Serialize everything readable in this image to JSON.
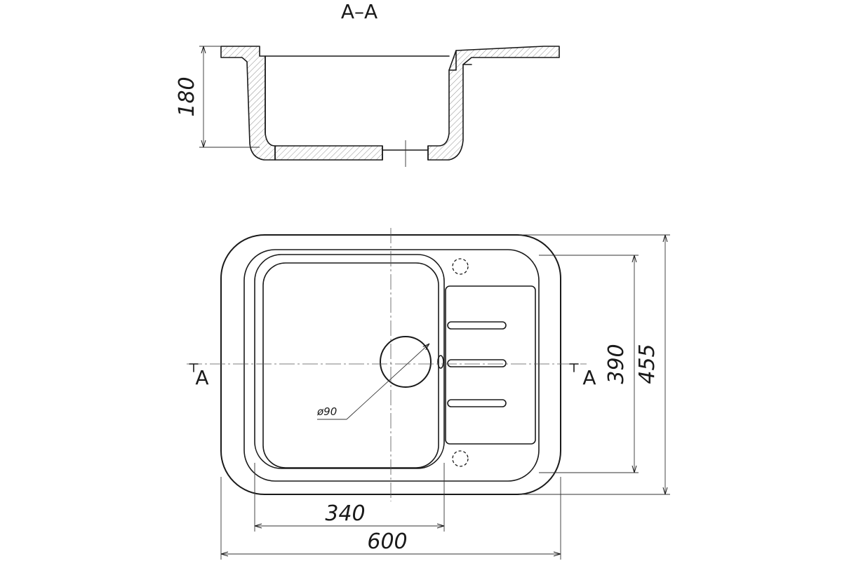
{
  "section": {
    "title": "A–A",
    "height_label": "180"
  },
  "plan": {
    "section_marker_left": "A",
    "section_marker_right": "A",
    "drain_label": "ø90",
    "dims": {
      "bowl_width": "340",
      "overall_width": "600",
      "inner_depth": "390",
      "overall_depth": "455"
    }
  }
}
